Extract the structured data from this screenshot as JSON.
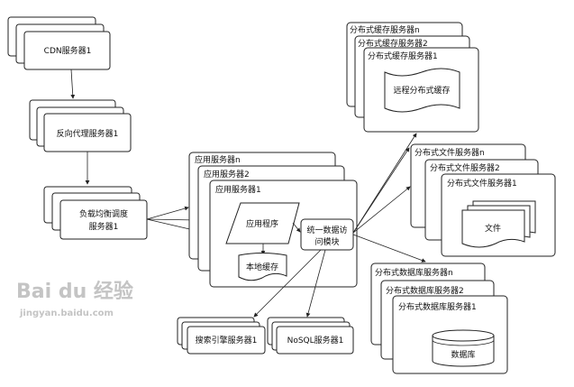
{
  "cdn": {
    "label": "CDN服务器1"
  },
  "proxy": {
    "label": "反向代理服务器1"
  },
  "lb": {
    "line1": "负载均衡调度",
    "line2": "服务器1"
  },
  "app": {
    "n": "应用服务器n",
    "s2": "应用服务器2",
    "s1": "应用服务器1",
    "program": "应用程序",
    "module1": "统一数据访",
    "module2": "问模块",
    "local_cache": "本地缓存"
  },
  "cache": {
    "n": "分布式缓存服务器n",
    "s2": "分布式缓存服务器2",
    "s1": "分布式缓存服务器1",
    "content": "远程分布式缓存"
  },
  "file": {
    "n": "分布式文件服务器n",
    "s2": "分布式文件服务器2",
    "s1": "分布式文件服务器1",
    "content": "文件"
  },
  "db": {
    "n": "分布式数据库服务器n",
    "s2": "分布式数据库服务器2",
    "s1": "分布式数据库服务器1",
    "content": "数据库"
  },
  "search": {
    "label": "搜索引擎服务器1"
  },
  "nosql": {
    "label": "NoSQL服务器1"
  },
  "watermark": {
    "brand": "Bai du 经验",
    "url": "jingyan.baidu.com"
  }
}
